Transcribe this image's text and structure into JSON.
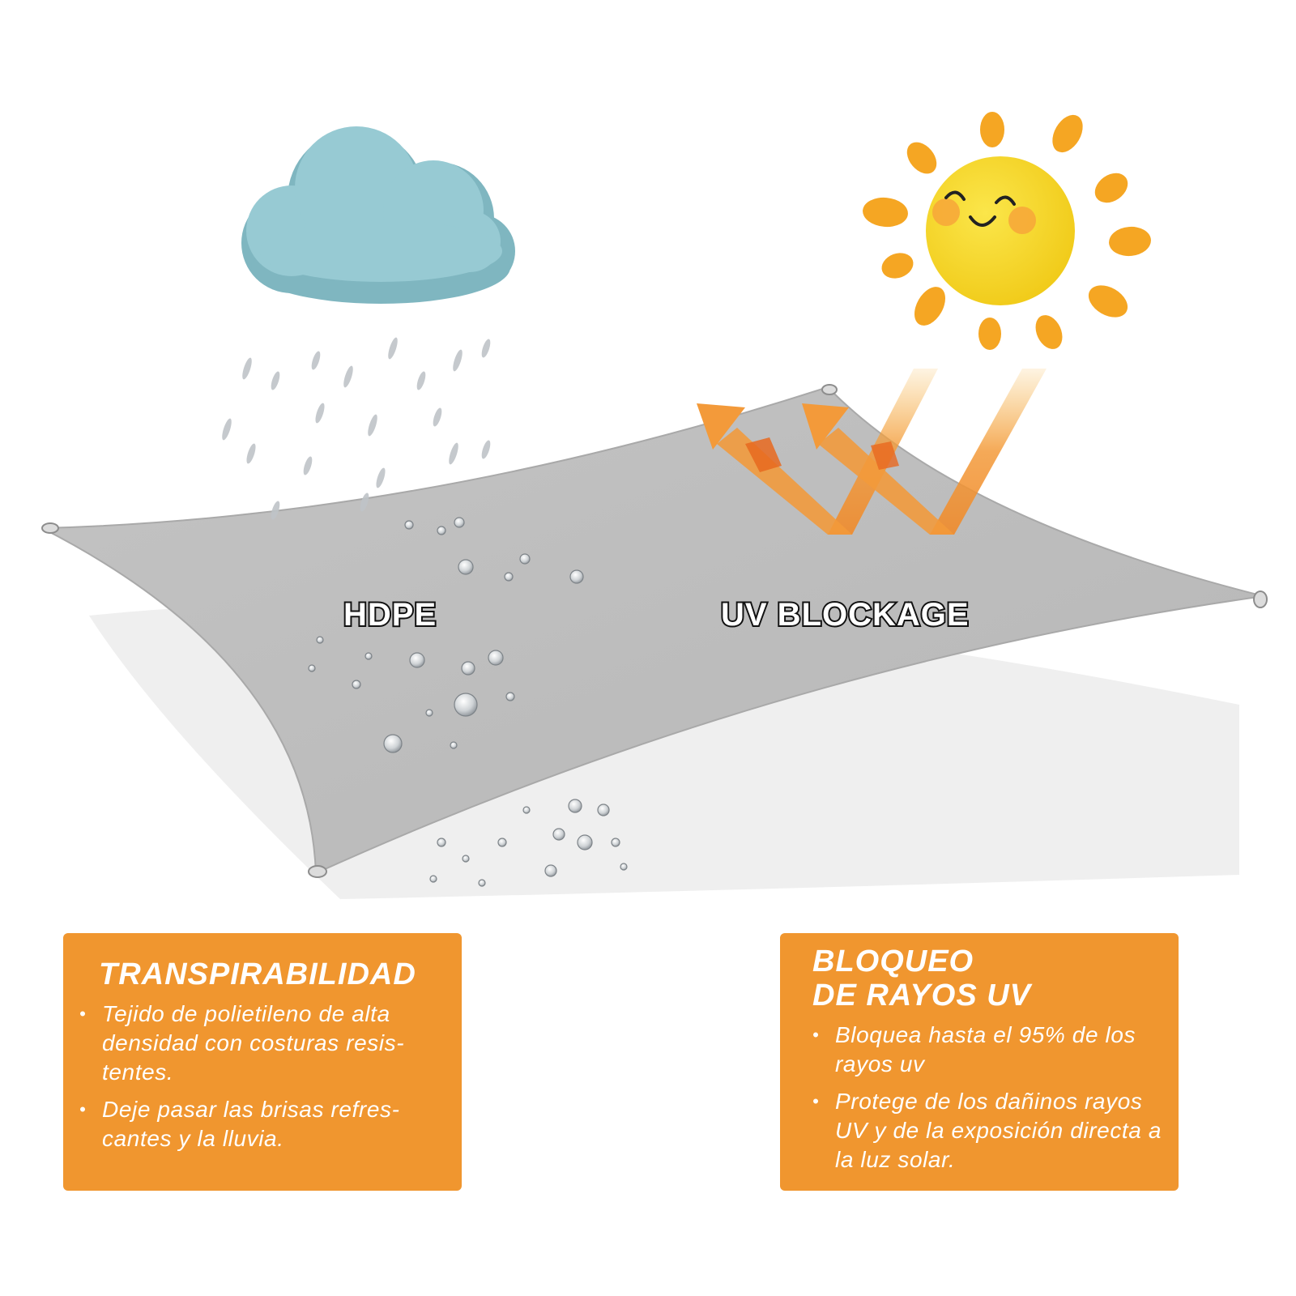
{
  "labels": {
    "material": "HDPE",
    "uv": "UV BLOCKAGE"
  },
  "left_panel": {
    "title": "TRANSPIRABILIDAD",
    "bullets": [
      "Tejido de polietileno de alta densidad con costuras resis-tentes.",
      "Deje pasar las brisas refres-cantes y la lluvia."
    ]
  },
  "right_panel": {
    "title_line1": "BLOQUEO",
    "title_line2": "DE RAYOS UV",
    "bullets": [
      "Bloquea hasta el 95% de los rayos uv",
      "Protege de los dañinos rayos UV y de la exposición directa a la luz solar."
    ]
  },
  "colors": {
    "panel": "#f0962f",
    "sail": "#bdbdbd",
    "sun": "#f2d11e",
    "sun_rays": "#f5a623",
    "cloud": "#8fc3cc",
    "arrow": "#f39a3a"
  },
  "icons": [
    "cloud-icon",
    "sun-icon",
    "rain-drops",
    "water-droplets",
    "uv-arrows"
  ]
}
